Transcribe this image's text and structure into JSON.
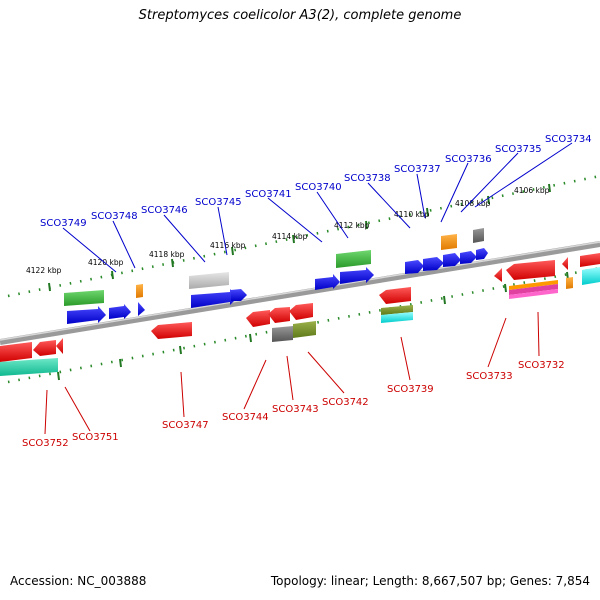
{
  "title": "Streptomyces coelicolor A3(2), complete genome",
  "accession": "Accession: NC_003888",
  "summary": "Topology: linear; Length: 8,667,507 bp; Genes: 7,854",
  "colors": {
    "top_labels": "#0000cc",
    "bottom_labels": "#cc0000",
    "backbone": "#888888",
    "ruler_dots": "#228822",
    "ruler_ticks": "#227722"
  },
  "ruler_labels": [
    "4106 kbp",
    "4108 kbp",
    "4110 kbp",
    "4112 kbp",
    "4114 kbp",
    "4116 kbp",
    "4118 kbp",
    "4120 kbp",
    "4122 kbp"
  ],
  "top_genes": [
    "SCO3734",
    "SCO3735",
    "SCO3736",
    "SCO3737",
    "SCO3738",
    "SCO3740",
    "SCO3741",
    "SCO3745",
    "SCO3746",
    "SCO3748",
    "SCO3749"
  ],
  "bottom_genes": [
    "SCO3732",
    "SCO3733",
    "SCO3739",
    "SCO3742",
    "SCO3743",
    "SCO3744",
    "SCO3747",
    "SCO3751",
    "SCO3752"
  ]
}
